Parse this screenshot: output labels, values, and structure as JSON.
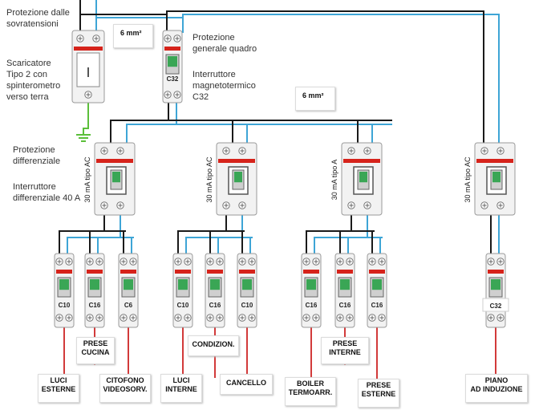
{
  "texts": {
    "surge_title_1": "Protezione dalle",
    "surge_title_2": "sovratensioni",
    "surge_desc_1": "Scaricatore",
    "surge_desc_2": "Tipo 2 con",
    "surge_desc_3": "spinterometro",
    "surge_desc_4": "verso terra",
    "main_title_1": "Protezione",
    "main_title_2": "generale quadro",
    "main_desc_1": "Interruttore",
    "main_desc_2": "magnetotermico",
    "main_desc_3": "C32",
    "diff_title_1": "Protezione",
    "diff_title_2": "differenziale",
    "diff_desc_1": "Interruttore",
    "diff_desc_2": "differenziale 40 A"
  },
  "wire_notes": [
    "6 mm²",
    "6 mm²"
  ],
  "main_breaker_rating": "C32",
  "rcd_ratings": [
    "30 mA tipo AC",
    "30 mA tipo AC",
    "30 mA tipo A",
    "30 mA tipo AC"
  ],
  "breakers": [
    "C10",
    "C16",
    "C6",
    "C10",
    "C16",
    "C10",
    "C16",
    "C16",
    "C16",
    "C32"
  ],
  "circuit_labels": [
    [
      "LUCI",
      "ESTERNE"
    ],
    [
      "PRESE",
      "CUCINA"
    ],
    [
      "CITOFONO",
      "VIDEOSORV."
    ],
    [
      "LUCI",
      "INTERNE"
    ],
    [
      "CONDIZION."
    ],
    [
      "CANCELLO"
    ],
    [
      "BOILER",
      "TERMOARR."
    ],
    [
      "PRESE",
      "INTERNE"
    ],
    [
      "PRESE",
      "ESTERNE"
    ],
    [
      "PIANO",
      "AD INDUZIONE"
    ]
  ],
  "colors": {
    "phase_wire": "#1a1a1a",
    "neutral_wire": "#3ea5d6",
    "earth_wire": "#5bbf3a",
    "load_wire": "#d23a3a",
    "brand_red": "#d6231b",
    "device_body": "#f2f2f2",
    "device_border": "#9a9a9a",
    "lever_green": "#3aa655",
    "text": "#333333"
  },
  "icons": [
    "ground-symbol-icon",
    "toggle-lever-icon",
    "terminal-screw-icon"
  ]
}
